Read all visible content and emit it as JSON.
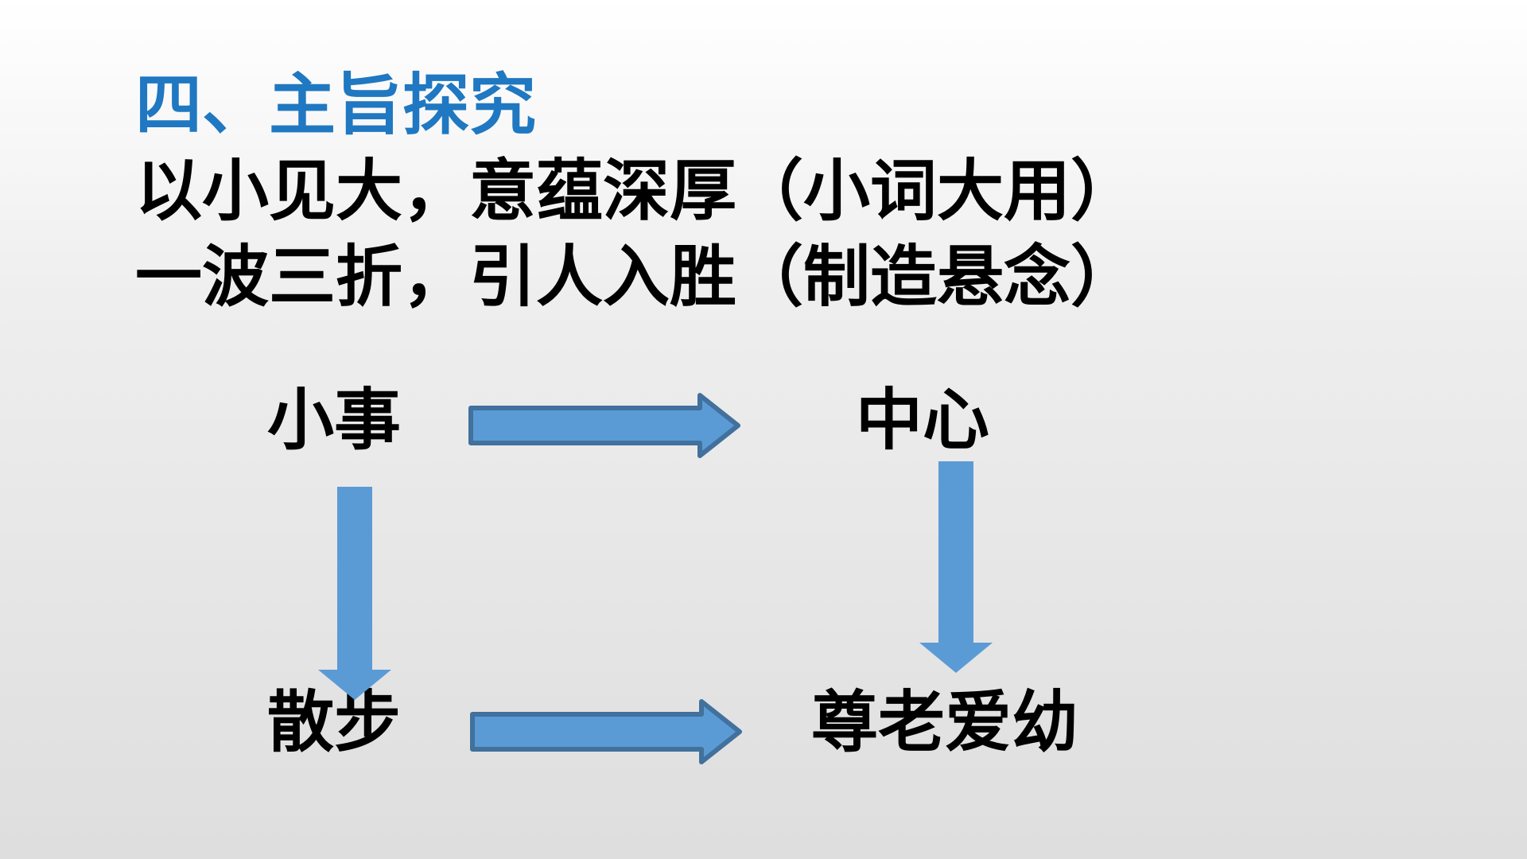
{
  "title": "四、主旨探究",
  "lines": [
    "以小见大，意蕴深厚（小词大用）",
    "一波三折，引人入胜（制造悬念）"
  ],
  "nodes": {
    "xiaoshi": "小事",
    "zhongxin": "中心",
    "sanbu": "散步",
    "zunlao": "尊老爱幼"
  },
  "colors": {
    "title": "#1f78c1",
    "arrow_fill": "#5b9bd5",
    "arrow_stroke": "#41719c",
    "text": "#000000"
  }
}
